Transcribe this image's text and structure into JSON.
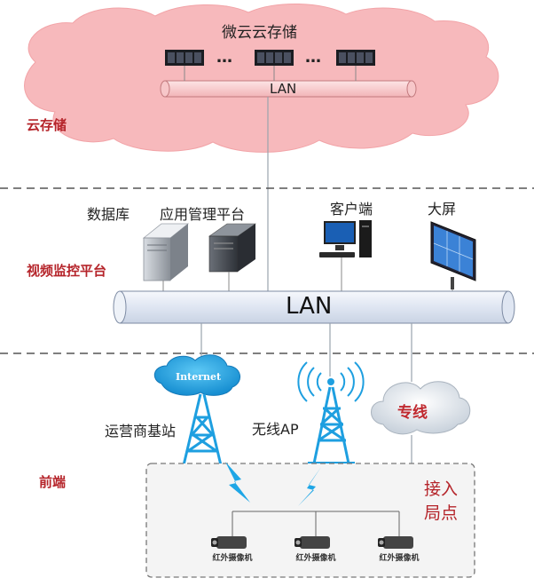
{
  "cloud_storage": {
    "title": "微云云存储",
    "ellipsis": "…",
    "lan_label": "LAN"
  },
  "zones": {
    "cloud": "云存储",
    "platform": "视频监控平台",
    "frontend": "前端"
  },
  "platform": {
    "database_label": "数据库",
    "app_platform_label": "应用管理平台",
    "client_label": "客户端",
    "bigscreen_label": "大屏",
    "lan_label": "LAN"
  },
  "frontend": {
    "internet_label": "Internet",
    "carrier_label": "运营商基站",
    "wireless_label": "无线AP",
    "dedicated_label": "专线",
    "access_point_label_1": "接入",
    "access_point_label_2": "局点",
    "camera_label": "红外摄像机"
  },
  "colors": {
    "zone_text": "#b5242a",
    "cloud_fill": "#f7b9bc",
    "lan_fill": "#e6ecf6",
    "tower_blue": "#1e9fe0",
    "dashed": "#555555"
  }
}
